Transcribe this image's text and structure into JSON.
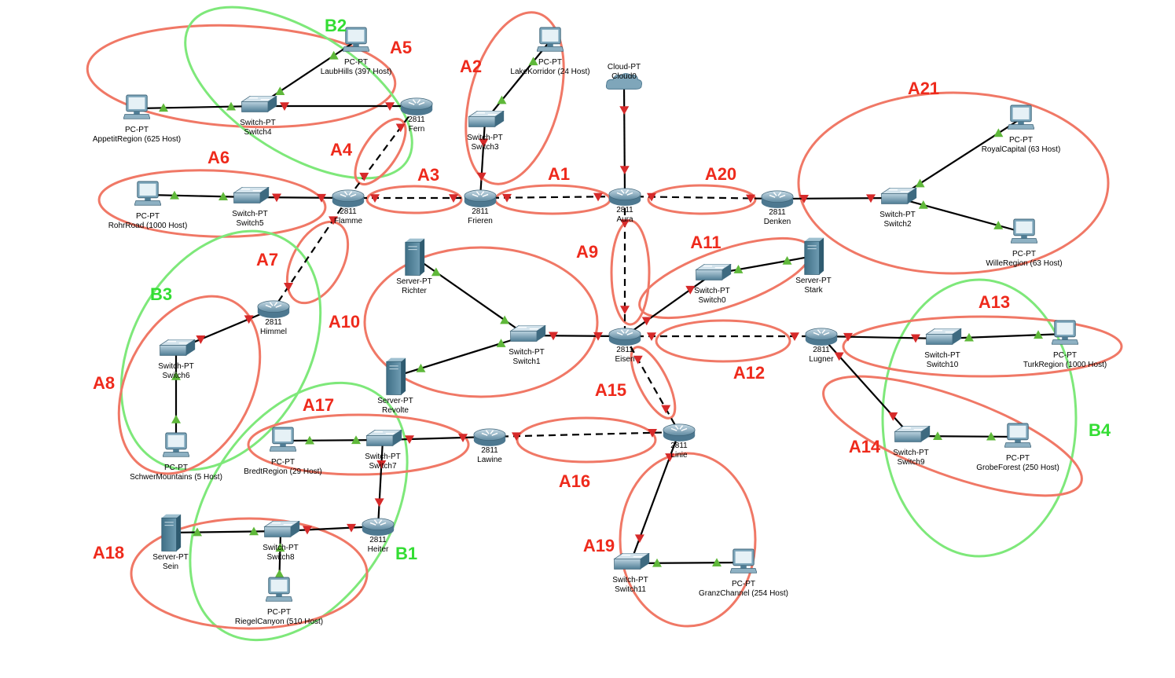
{
  "colors": {
    "area": "#ee2a1c",
    "area_ring": "#f07866",
    "group": "#33dd33",
    "group_ring": "#7ee87a",
    "link_up": "#5fb83a",
    "link_down": "#d62a2a"
  },
  "devices": [
    {
      "id": "PC-LaubHills",
      "kind": "pc",
      "line1": "PC-PT",
      "line2": "LaubHills (397 Host)"
    },
    {
      "id": "PC-Appetit",
      "kind": "pc",
      "line1": "PC-PT",
      "line2": "AppetitRegion (625 Host)"
    },
    {
      "id": "Switch4",
      "kind": "switch",
      "line1": "Switch-PT",
      "line2": "Switch4"
    },
    {
      "id": "Fern",
      "kind": "router",
      "line1": "2811",
      "line2": "Fern"
    },
    {
      "id": "PC-Lake",
      "kind": "pc",
      "line1": "PC-PT",
      "line2": "LakeKorridor (24 Host)"
    },
    {
      "id": "Switch3",
      "kind": "switch",
      "line1": "Switch-PT",
      "line2": "Switch3"
    },
    {
      "id": "Cloud0",
      "kind": "cloud",
      "line1": "Cloud-PT",
      "line2": "Cloud0"
    },
    {
      "id": "PC-Rohr",
      "kind": "pc",
      "line1": "PC-PT",
      "line2": "RohrRoad (1000 Host)"
    },
    {
      "id": "Switch5",
      "kind": "switch",
      "line1": "Switch-PT",
      "line2": "Switch5"
    },
    {
      "id": "Flamme",
      "kind": "router",
      "line1": "2811",
      "line2": "Flamme"
    },
    {
      "id": "Frieren",
      "kind": "router",
      "line1": "2811",
      "line2": "Frieren"
    },
    {
      "id": "Aura",
      "kind": "router",
      "line1": "2811",
      "line2": "Aura"
    },
    {
      "id": "Denken",
      "kind": "router",
      "line1": "2811",
      "line2": "Denken"
    },
    {
      "id": "Switch2",
      "kind": "switch",
      "line1": "Switch-PT",
      "line2": "Switch2"
    },
    {
      "id": "PC-Royal",
      "kind": "pc",
      "line1": "PC-PT",
      "line2": "RoyalCapital (63 Host)"
    },
    {
      "id": "PC-Wille",
      "kind": "pc",
      "line1": "PC-PT",
      "line2": "WilleRegion (63 Host)"
    },
    {
      "id": "Richter",
      "kind": "server",
      "line1": "Server-PT",
      "line2": "Richter"
    },
    {
      "id": "Switch0",
      "kind": "switch",
      "line1": "Switch-PT",
      "line2": "Switch0"
    },
    {
      "id": "Stark",
      "kind": "server",
      "line1": "Server-PT",
      "line2": "Stark"
    },
    {
      "id": "Himmel",
      "kind": "router",
      "line1": "2811",
      "line2": "Himmel"
    },
    {
      "id": "Switch6",
      "kind": "switch",
      "line1": "Switch-PT",
      "line2": "Switch6"
    },
    {
      "id": "PC-Schwer",
      "kind": "pc",
      "line1": "PC-PT",
      "line2": "SchwerMountains (5 Host)"
    },
    {
      "id": "Switch1",
      "kind": "switch",
      "line1": "Switch-PT",
      "line2": "Switch1"
    },
    {
      "id": "Eisen",
      "kind": "router",
      "line1": "2811",
      "line2": "Eisen"
    },
    {
      "id": "Lugner",
      "kind": "router",
      "line1": "2811",
      "line2": "Lugner"
    },
    {
      "id": "Switch10",
      "kind": "switch",
      "line1": "Switch-PT",
      "line2": "Switch10"
    },
    {
      "id": "PC-Turk",
      "kind": "pc",
      "line1": "PC-PT",
      "line2": "TurkRegion (1000 Host)"
    },
    {
      "id": "Revolte",
      "kind": "server",
      "line1": "Server-PT",
      "line2": "Revolte"
    },
    {
      "id": "PC-Bredt",
      "kind": "pc",
      "line1": "PC-PT",
      "line2": "BredtRegion (29 Host)"
    },
    {
      "id": "Switch7",
      "kind": "switch",
      "line1": "Switch-PT",
      "line2": "Switch7"
    },
    {
      "id": "Lawine",
      "kind": "router",
      "line1": "2811",
      "line2": "Lawine"
    },
    {
      "id": "Linie",
      "kind": "router",
      "line1": "2811",
      "line2": "Linie"
    },
    {
      "id": "Switch9",
      "kind": "switch",
      "line1": "Switch-PT",
      "line2": "Switch9"
    },
    {
      "id": "PC-Grobe",
      "kind": "pc",
      "line1": "PC-PT",
      "line2": "GrobeForest (250 Host)"
    },
    {
      "id": "Sein",
      "kind": "server",
      "line1": "Server-PT",
      "line2": "Sein"
    },
    {
      "id": "Switch8",
      "kind": "switch",
      "line1": "Switch-PT",
      "line2": "Switch8"
    },
    {
      "id": "Heiter",
      "kind": "router",
      "line1": "2811",
      "line2": "Heiter"
    },
    {
      "id": "PC-Riegel",
      "kind": "pc",
      "line1": "PC-PT",
      "line2": "RiegelCanyon (510 Host)"
    },
    {
      "id": "Switch11",
      "kind": "switch",
      "line1": "Switch-PT",
      "line2": "Switch11"
    },
    {
      "id": "PC-Granz",
      "kind": "pc",
      "line1": "PC-PT",
      "line2": "GranzChannel (254 Host)"
    }
  ],
  "links": [
    {
      "a": "Switch4",
      "b": "PC-LaubHills",
      "type": "eth",
      "sa": "up",
      "sb": "up"
    },
    {
      "a": "PC-Appetit",
      "b": "Switch4",
      "type": "eth",
      "sa": "up",
      "sb": "up"
    },
    {
      "a": "Switch4",
      "b": "Fern",
      "type": "eth",
      "sa": "down",
      "sb": "down"
    },
    {
      "a": "Switch3",
      "b": "PC-Lake",
      "type": "eth",
      "sa": "up",
      "sb": "up"
    },
    {
      "a": "Switch3",
      "b": "Frieren",
      "type": "eth",
      "sa": "down",
      "sb": "down"
    },
    {
      "a": "Cloud0",
      "b": "Aura",
      "type": "eth",
      "sa": "down",
      "sb": "down"
    },
    {
      "a": "PC-Rohr",
      "b": "Switch5",
      "type": "eth",
      "sa": "up",
      "sb": "up"
    },
    {
      "a": "Switch5",
      "b": "Flamme",
      "type": "eth",
      "sa": "down",
      "sb": "down"
    },
    {
      "a": "Flamme",
      "b": "Fern",
      "type": "serial",
      "sa": "down",
      "sb": "down"
    },
    {
      "a": "Flamme",
      "b": "Frieren",
      "type": "serial",
      "sa": "down",
      "sb": "down"
    },
    {
      "a": "Frieren",
      "b": "Aura",
      "type": "serial",
      "sa": "down",
      "sb": "down"
    },
    {
      "a": "Aura",
      "b": "Denken",
      "type": "serial",
      "sa": "down",
      "sb": "down"
    },
    {
      "a": "Denken",
      "b": "Switch2",
      "type": "eth",
      "sa": "down",
      "sb": "down"
    },
    {
      "a": "Switch2",
      "b": "PC-Royal",
      "type": "eth",
      "sa": "up",
      "sb": "up"
    },
    {
      "a": "Switch2",
      "b": "PC-Wille",
      "type": "eth",
      "sa": "up",
      "sb": "up"
    },
    {
      "a": "Flamme",
      "b": "Himmel",
      "type": "serial",
      "sa": "down",
      "sb": "down"
    },
    {
      "a": "Himmel",
      "b": "Switch6",
      "type": "eth",
      "sa": "down",
      "sb": "down"
    },
    {
      "a": "Switch6",
      "b": "PC-Schwer",
      "type": "eth",
      "sa": "up",
      "sb": "up"
    },
    {
      "a": "Aura",
      "b": "Eisen",
      "type": "serial",
      "sa": "down",
      "sb": "down"
    },
    {
      "a": "Richter",
      "b": "Switch1",
      "type": "eth",
      "sa": "up",
      "sb": "up"
    },
    {
      "a": "Revolte",
      "b": "Switch1",
      "type": "eth",
      "sa": "up",
      "sb": "up"
    },
    {
      "a": "Switch1",
      "b": "Eisen",
      "type": "eth",
      "sa": "down",
      "sb": "down"
    },
    {
      "a": "Eisen",
      "b": "Switch0",
      "type": "eth",
      "sa": "down",
      "sb": "down"
    },
    {
      "a": "Switch0",
      "b": "Stark",
      "type": "eth",
      "sa": "up",
      "sb": "up"
    },
    {
      "a": "Eisen",
      "b": "Lugner",
      "type": "serial",
      "sa": "down",
      "sb": "down"
    },
    {
      "a": "Lugner",
      "b": "Switch10",
      "type": "eth",
      "sa": "down",
      "sb": "down"
    },
    {
      "a": "Switch10",
      "b": "PC-Turk",
      "type": "eth",
      "sa": "up",
      "sb": "up"
    },
    {
      "a": "Lugner",
      "b": "Switch9",
      "type": "eth",
      "sa": "down",
      "sb": "down"
    },
    {
      "a": "Switch9",
      "b": "PC-Grobe",
      "type": "eth",
      "sa": "up",
      "sb": "up"
    },
    {
      "a": "Eisen",
      "b": "Linie",
      "type": "serial",
      "sa": "down",
      "sb": "down"
    },
    {
      "a": "Lawine",
      "b": "Linie",
      "type": "serial",
      "sa": "down",
      "sb": "down"
    },
    {
      "a": "PC-Bredt",
      "b": "Switch7",
      "type": "eth",
      "sa": "up",
      "sb": "up"
    },
    {
      "a": "Switch7",
      "b": "Lawine",
      "type": "eth",
      "sa": "down",
      "sb": "down"
    },
    {
      "a": "Switch7",
      "b": "Heiter",
      "type": "eth",
      "sa": "down",
      "sb": "down"
    },
    {
      "a": "Heiter",
      "b": "Switch8",
      "type": "eth",
      "sa": "down",
      "sb": "down"
    },
    {
      "a": "Sein",
      "b": "Switch8",
      "type": "eth",
      "sa": "up",
      "sb": "up"
    },
    {
      "a": "Switch8",
      "b": "PC-Riegel",
      "type": "eth",
      "sa": "up",
      "sb": "up"
    },
    {
      "a": "Linie",
      "b": "Switch11",
      "type": "eth",
      "sa": "down",
      "sb": "down"
    },
    {
      "a": "Switch11",
      "b": "PC-Granz",
      "type": "eth",
      "sa": "up",
      "sb": "up"
    }
  ],
  "areas": [
    "A1",
    "A2",
    "A3",
    "A4",
    "A5",
    "A6",
    "A7",
    "A8",
    "A9",
    "A10",
    "A11",
    "A12",
    "A13",
    "A14",
    "A15",
    "A16",
    "A17",
    "A18",
    "A19",
    "A20",
    "A21"
  ],
  "groups": [
    "B1",
    "B2",
    "B3",
    "B4"
  ]
}
